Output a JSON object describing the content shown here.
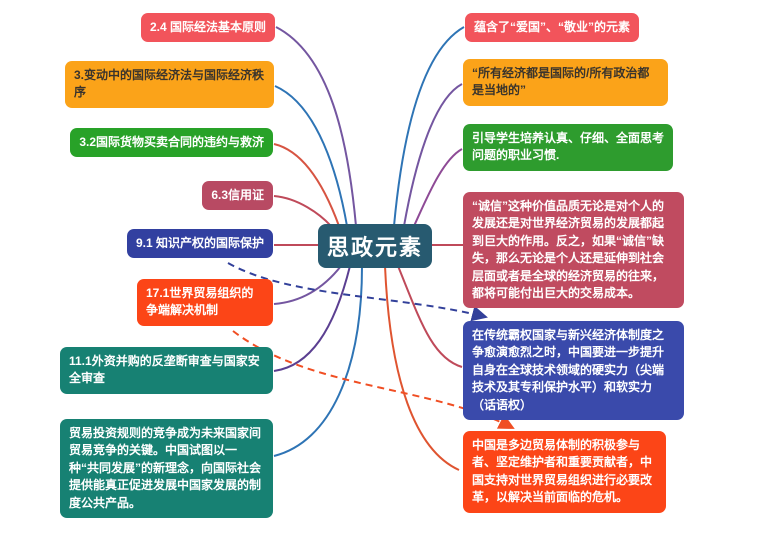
{
  "canvas": {
    "background": "#ffffff"
  },
  "center": {
    "label": "思政元素",
    "bg": "#275a70",
    "fg": "#ffffff"
  },
  "left_nodes": [
    {
      "label": "2.4 国际经法基本原则",
      "bg": "#f2545b",
      "fg": "#ffffff"
    },
    {
      "label": "3.变动中的国际经济法与国际经济秩序",
      "bg": "#fba319",
      "fg": "#3a342c"
    },
    {
      "label": "3.2国际货物买卖合同的违约与救济",
      "bg": "#28a228",
      "fg": "#ffffff"
    },
    {
      "label": "6.3信用证",
      "bg": "#b84a63",
      "fg": "#ffffff"
    },
    {
      "label": "9.1 知识产权的国际保护",
      "bg": "#3240a0",
      "fg": "#ffffff"
    },
    {
      "label": "17.1世界贸易组织的争端解决机制",
      "bg": "#fc4517",
      "fg": "#ffffff"
    },
    {
      "label": "11.1外资并购的反垄断审查与国家安全审查",
      "bg": "#178173",
      "fg": "#ffffff"
    },
    {
      "label": "贸易投资规则的竞争成为未来国家间贸易竞争的关键。中国试图以一种“共同发展”的新理念，向国际社会提供能真正促进发展中国家发展的制度公共产品。",
      "bg": "#178173",
      "fg": "#ffffff"
    }
  ],
  "right_nodes": [
    {
      "label": "蕴含了“爱国”、“敬业”的元素",
      "bg": "#f2545b",
      "fg": "#ffffff"
    },
    {
      "label": "“所有经济都是国际的/所有政治都是当地的”",
      "bg": "#fba319",
      "fg": "#3a342c"
    },
    {
      "label": "引导学生培养认真、仔细、全面思考问题的职业习惯.",
      "bg": "#2e9c2e",
      "fg": "#ffffff"
    },
    {
      "label": "“诚信”这种价值品质无论是对个人的发展还是对世界经济贸易的发展都起到巨大的作用。反之，如果“诚信”缺失，那么无论是个人还是延伸到社会层面或者是全球的经济贸易的往来，都将可能付出巨大的交易成本。",
      "bg": "#c04b60",
      "fg": "#ffffff"
    },
    {
      "label": "在传统霸权国家与新兴经济体制度之争愈演愈烈之时，中国要进一步提升自身在全球技术领域的硬实力（尖端技术及其专利保护水平）和软实力（话语权）",
      "bg": "#3a4aab",
      "fg": "#ffffff"
    },
    {
      "label": "中国是多边贸易体制的积极参与者、坚定维护者和重要贡献者，中国支持对世界贸易组织进行必要改革，以解决当前面临的危机。",
      "bg": "#fc4517",
      "fg": "#ffffff"
    }
  ],
  "edges": [
    {
      "from": "center",
      "to": "left-1",
      "style": "solid",
      "color": "#7456a0"
    },
    {
      "from": "center",
      "to": "left-2",
      "style": "solid",
      "color": "#2e74b5"
    },
    {
      "from": "center",
      "to": "left-3",
      "style": "solid",
      "color": "#d75442"
    },
    {
      "from": "center",
      "to": "left-4",
      "style": "solid",
      "color": "#bf4a5a"
    },
    {
      "from": "center",
      "to": "left-5",
      "style": "solid",
      "color": "#bf4a5a"
    },
    {
      "from": "center",
      "to": "left-6",
      "style": "solid",
      "color": "#7456a0"
    },
    {
      "from": "center",
      "to": "left-7",
      "style": "solid",
      "color": "#5b3f91"
    },
    {
      "from": "center",
      "to": "left-8",
      "style": "solid",
      "color": "#2e74b5"
    },
    {
      "from": "center",
      "to": "right-1",
      "style": "solid",
      "color": "#2e74b5"
    },
    {
      "from": "center",
      "to": "right-2",
      "style": "solid",
      "color": "#7456a0"
    },
    {
      "from": "center",
      "to": "right-3",
      "style": "solid",
      "color": "#8e4a96"
    },
    {
      "from": "center",
      "to": "right-4",
      "style": "solid",
      "color": "#bf4a5a"
    },
    {
      "from": "center",
      "to": "right-5",
      "style": "solid",
      "color": "#bf4a5a"
    },
    {
      "from": "center",
      "to": "right-6",
      "style": "solid",
      "color": "#df5430"
    },
    {
      "from": "left-5",
      "to": "right-5",
      "style": "dashed-arrow",
      "color": "#32409a"
    },
    {
      "from": "left-6",
      "to": "right-6",
      "style": "dashed-arrow",
      "color": "#f04e23"
    }
  ]
}
